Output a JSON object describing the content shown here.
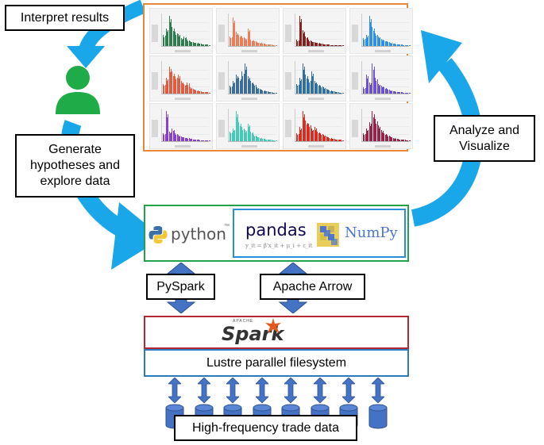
{
  "labels": {
    "interpret": "Interpret results",
    "generate": "Generate\nhypotheses and\nexplore data",
    "analyze": "Analyze and\nVisualize",
    "pyspark": "PySpark",
    "arrow": "Apache Arrow",
    "lustre": "Lustre parallel filesystem",
    "hftd": "High-frequency trade data"
  },
  "logos": {
    "python": "python",
    "python_tm": "™",
    "pandas": "pandas",
    "pandas_formula": "y_it = β'x_it + μ_i + ε_it",
    "numpy": "NumPy",
    "spark_apache": "APACHE",
    "spark": "Spark"
  },
  "colors": {
    "cyan_arrow": "#1aa7ea",
    "plots_border": "#e8873a",
    "stack_border": "#22a34a",
    "pandas_border": "#2a8fd6",
    "spark_border": "#b5282f",
    "lustre_border": "#2a7ac2",
    "blue_arrows": "#4472c4",
    "person": "#1fab47"
  },
  "histograms": [
    {
      "color": "#2e7d4f",
      "heights": [
        0.35,
        0.55,
        0.95,
        0.6,
        0.45,
        0.38,
        0.25,
        0.3,
        0.2,
        0.15,
        0.12,
        0.1,
        0.08,
        0.06,
        0.05,
        0.04
      ]
    },
    {
      "color": "#ef7b57",
      "heights": [
        0.3,
        0.9,
        0.45,
        0.35,
        0.3,
        0.25,
        0.55,
        0.2,
        0.18,
        0.12,
        0.1,
        0.08,
        0.06,
        0.05,
        0.04,
        0.03
      ]
    },
    {
      "color": "#8b1d1d",
      "heights": [
        0.2,
        0.95,
        0.5,
        0.3,
        0.2,
        0.15,
        0.12,
        0.1,
        0.08,
        0.06,
        0.05,
        0.04,
        0.03,
        0.03,
        0.02,
        0.02
      ]
    },
    {
      "color": "#2f8fef",
      "heights": [
        0.25,
        0.35,
        0.95,
        0.6,
        0.4,
        0.3,
        0.22,
        0.18,
        0.15,
        0.1,
        0.08,
        0.06,
        0.05,
        0.04,
        0.03,
        0.02
      ]
    },
    {
      "color": "#e85a3f",
      "heights": [
        0.3,
        0.5,
        0.85,
        0.7,
        0.55,
        0.6,
        0.4,
        0.3,
        0.35,
        0.2,
        0.15,
        0.1,
        0.08,
        0.06,
        0.05,
        0.04
      ]
    },
    {
      "color": "#3a6d9e",
      "heights": [
        0.25,
        0.4,
        0.6,
        0.5,
        0.7,
        0.95,
        0.55,
        0.4,
        0.3,
        0.2,
        0.15,
        0.1,
        0.08,
        0.06,
        0.04,
        0.03
      ]
    },
    {
      "color": "#2f6fa8",
      "heights": [
        0.3,
        0.5,
        0.95,
        0.6,
        0.45,
        0.7,
        0.4,
        0.3,
        0.25,
        0.2,
        0.15,
        0.1,
        0.08,
        0.06,
        0.04,
        0.03
      ]
    },
    {
      "color": "#6b4fd8",
      "heights": [
        0.2,
        0.6,
        0.35,
        0.95,
        0.5,
        0.3,
        0.25,
        0.2,
        0.15,
        0.1,
        0.08,
        0.06,
        0.05,
        0.04,
        0.03,
        0.02
      ]
    },
    {
      "color": "#8a3fd1",
      "heights": [
        0.25,
        0.95,
        0.3,
        0.4,
        0.25,
        0.2,
        0.15,
        0.12,
        0.1,
        0.08,
        0.06,
        0.05,
        0.04,
        0.03,
        0.02,
        0.02
      ]
    },
    {
      "color": "#42cbb6",
      "heights": [
        0.3,
        0.4,
        0.95,
        0.6,
        0.45,
        0.35,
        0.55,
        0.3,
        0.2,
        0.15,
        0.1,
        0.08,
        0.06,
        0.05,
        0.04,
        0.03
      ]
    },
    {
      "color": "#e3281e",
      "heights": [
        0.25,
        0.45,
        0.95,
        0.65,
        0.55,
        0.4,
        0.45,
        0.3,
        0.25,
        0.2,
        0.15,
        0.1,
        0.08,
        0.06,
        0.05,
        0.04
      ]
    },
    {
      "color": "#9c1f45",
      "heights": [
        0.25,
        0.4,
        0.6,
        0.95,
        0.7,
        0.5,
        0.35,
        0.25,
        0.2,
        0.15,
        0.1,
        0.08,
        0.06,
        0.05,
        0.04,
        0.03
      ]
    }
  ],
  "storage_columns": 8
}
